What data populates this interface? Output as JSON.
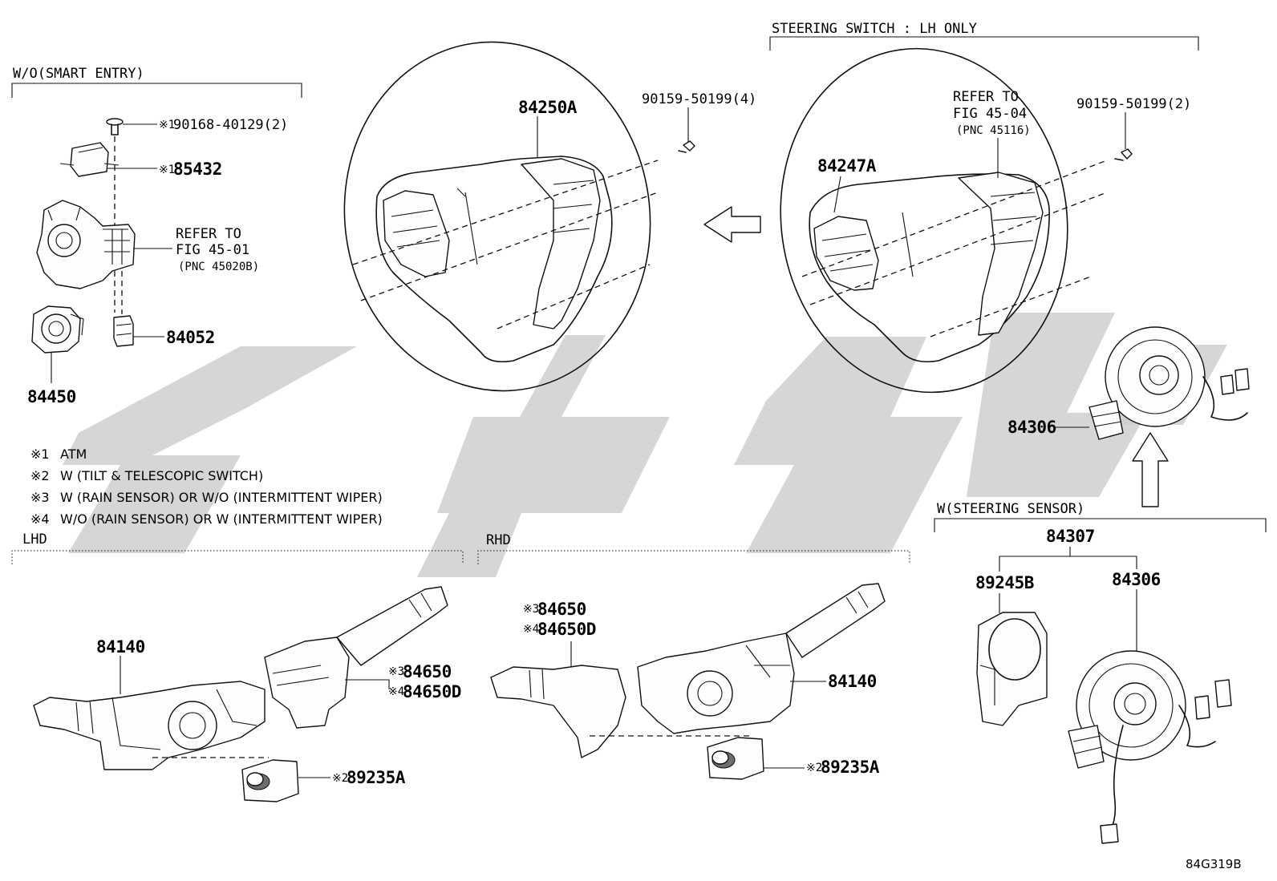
{
  "groups": {
    "smart_entry": "W/O(SMART ENTRY)",
    "steering_switch": "STEERING SWITCH : LH ONLY",
    "steering_sensor": "W(STEERING SENSOR)",
    "lhd": "LHD",
    "rhd": "RHD"
  },
  "notes": [
    {
      "mark": "※1",
      "text": "ATM"
    },
    {
      "mark": "※2",
      "text": "W (TILT & TELESCOPIC SWITCH)"
    },
    {
      "mark": "※3",
      "text": "W (RAIN SENSOR) OR W/O (INTERMITTENT WIPER)"
    },
    {
      "mark": "※4",
      "text": "W/O (RAIN SENSOR) OR W (INTERMITTENT WIPER)"
    }
  ],
  "marks": {
    "m1": "※1",
    "m2": "※2",
    "m3": "※3",
    "m4": "※4"
  },
  "parts": {
    "screw_smart": "90168-40129(2)",
    "p85432": "85432",
    "p84052": "84052",
    "p84450": "84450",
    "wheel_a": "84250A",
    "screw_a": "90159-50199(4)",
    "wheel_b": "84247A",
    "screw_b": "90159-50199(2)",
    "p84306": "84306",
    "p84307": "84307",
    "p89245b": "89245B",
    "p84140": "84140",
    "p84650": "84650",
    "p84650d": "84650D",
    "p89235a": "89235A"
  },
  "refs": {
    "fig4501": {
      "line1": "REFER TO",
      "line2": "FIG 45-01",
      "line3": "(PNC 45020B)"
    },
    "fig4504": {
      "line1": "REFER TO",
      "line2": "FIG 45-04",
      "line3": "(PNC 45116)"
    }
  },
  "diagram_code": "84G319B",
  "icons": [
    "screw-icon",
    "key-cylinder-icon",
    "steering-wheel-icon",
    "spiral-cable-icon",
    "combination-switch-icon",
    "arrow-icon"
  ]
}
